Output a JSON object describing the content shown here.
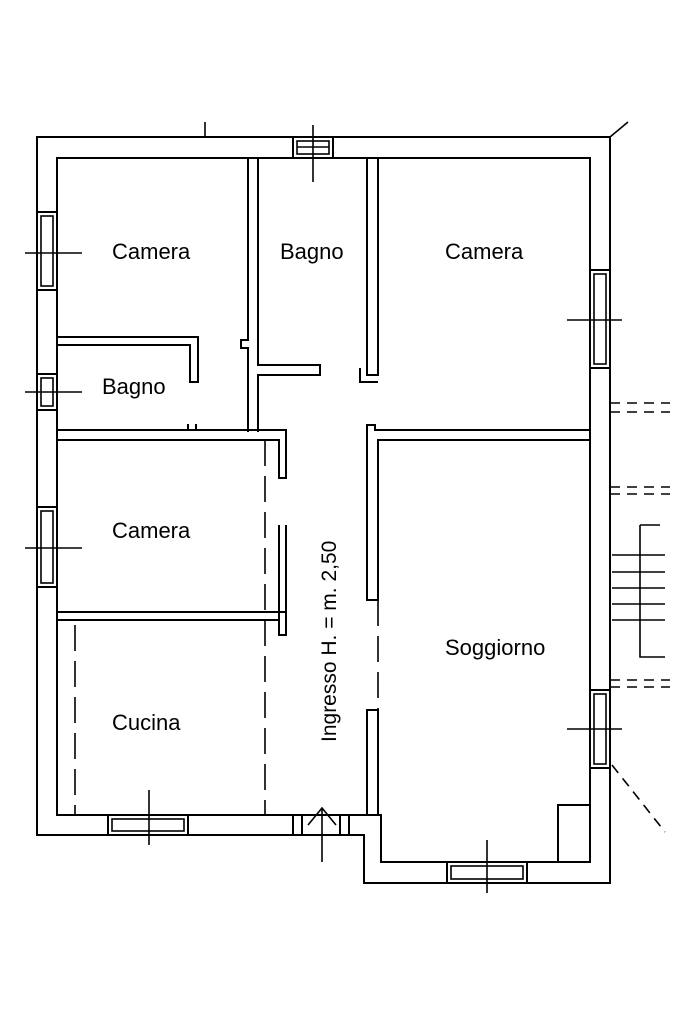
{
  "rooms": {
    "camera_top_left": "Camera",
    "bagno_top": "Bagno",
    "camera_top_right": "Camera",
    "bagno_left": "Bagno",
    "camera_middle_left": "Camera",
    "cucina": "Cucina",
    "soggiorno": "Soggiorno"
  },
  "corridor_label": "Ingresso H. = m. 2,50"
}
